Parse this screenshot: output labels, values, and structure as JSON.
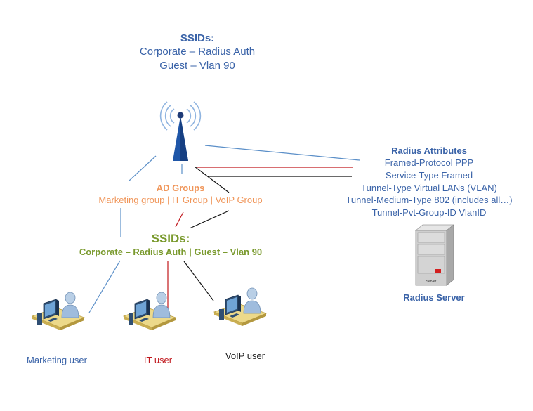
{
  "top_ssids": {
    "title": "SSIDs:",
    "lines": [
      "Corporate – Radius Auth",
      "Guest – Vlan 90"
    ]
  },
  "ad_groups": {
    "title": "AD Groups",
    "line": "Marketing group | IT Group | VoIP Group"
  },
  "mid_ssids": {
    "title": "SSIDs:",
    "line": "Corporate – Radius Auth | Guest – Vlan 90"
  },
  "radius_attributes": {
    "title": "Radius Attributes",
    "items": [
      "Framed-Protocol PPP",
      "Service-Type Framed",
      "Tunnel-Type Virtual LANs (VLAN)",
      "Tunnel-Medium-Type 802 (includes all…)",
      "Tunnel-Pvt-Group-ID VlanID"
    ]
  },
  "radius_server": {
    "label": "Radius Server",
    "badge": "Server",
    "icon": "server-tower-icon"
  },
  "access_point": {
    "icon": "wireless-access-point-icon"
  },
  "users": [
    {
      "label": "Marketing user",
      "icon": "workstation-user-icon"
    },
    {
      "label": "IT user",
      "icon": "workstation-user-icon"
    },
    {
      "label": "VoIP user",
      "icon": "workstation-user-icon"
    }
  ],
  "colors": {
    "blue_text": "#3a63a8",
    "orange_text": "#f0965a",
    "green_text": "#7a9a2e",
    "red_text": "#c0171c",
    "blue_line": "#5b8fc8",
    "red_line": "#c0171c",
    "black_line": "#111111"
  }
}
